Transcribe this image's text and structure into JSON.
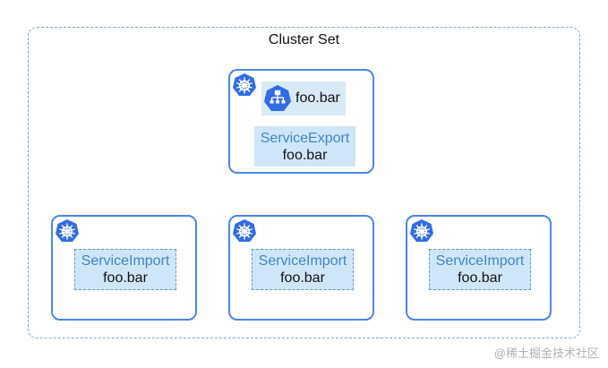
{
  "diagram": {
    "cluster_set_title": "Cluster Set",
    "primary_cluster": {
      "service_label": "foo.bar",
      "service_icon": "k8s-service-icon",
      "export": {
        "kind": "ServiceExport",
        "name": "foo.bar"
      }
    },
    "member_clusters": [
      {
        "kind": "ServiceImport",
        "name": "foo.bar"
      },
      {
        "kind": "ServiceImport",
        "name": "foo.bar"
      },
      {
        "kind": "ServiceImport",
        "name": "foo.bar"
      }
    ],
    "cluster_icon": "kubernetes-icon"
  },
  "watermark": "@稀土掘金技术社区",
  "colors": {
    "k8s_blue": "#326ce5",
    "border_blue": "#4a86e8",
    "resource_fill": "#cfe6fa",
    "kind_text": "#3d85c6"
  }
}
